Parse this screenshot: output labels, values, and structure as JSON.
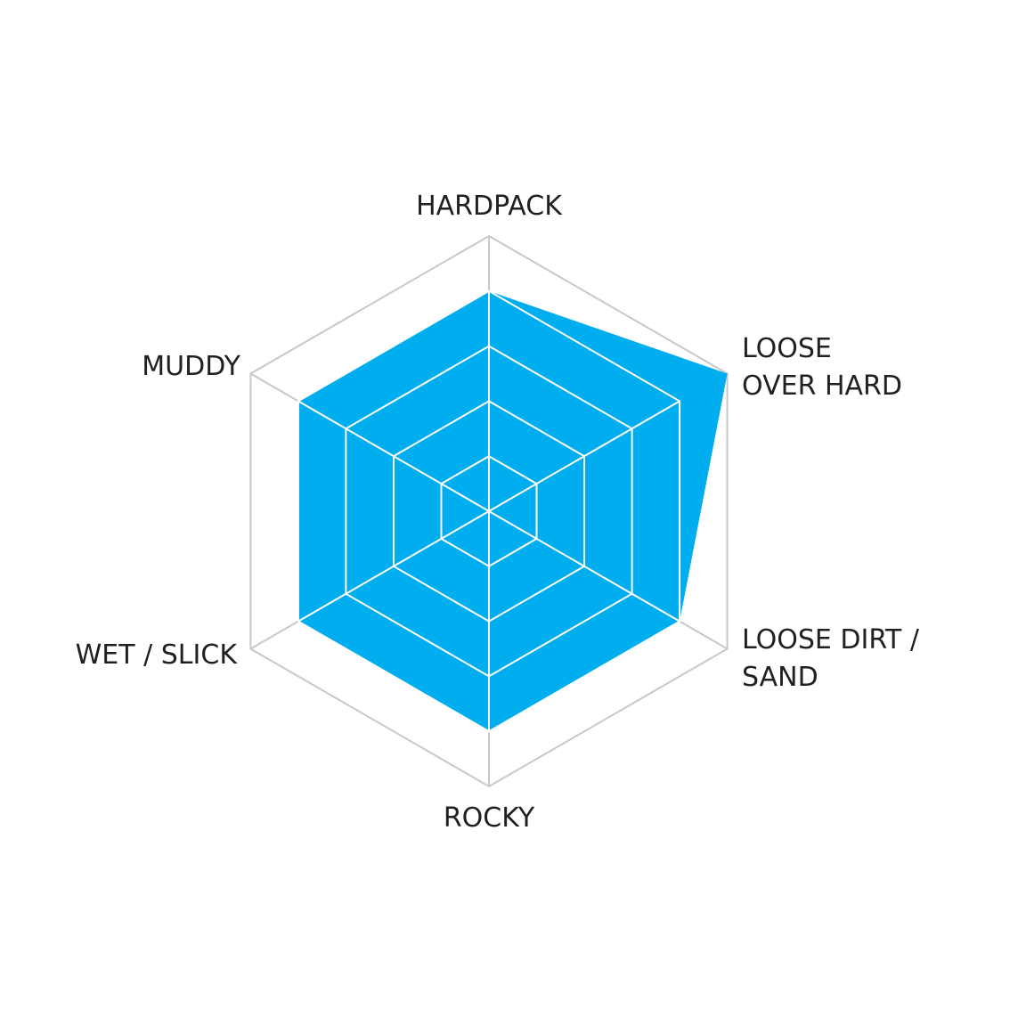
{
  "chart_data": {
    "type": "radar",
    "categories": [
      "HARDPACK",
      "LOOSE\nOVER HARD",
      "LOOSE DIRT /\nSAND",
      "ROCKY",
      "WET / SLICK",
      "MUDDY"
    ],
    "values": [
      4,
      5,
      4,
      4,
      4,
      4
    ],
    "rmax": 5,
    "rings": [
      1,
      2,
      3,
      4,
      5
    ],
    "grid": true,
    "colors": {
      "fill": "#00adee",
      "grid": "#c8c8c8",
      "inner_grid": "#ffffff",
      "label": "#231f20"
    }
  }
}
